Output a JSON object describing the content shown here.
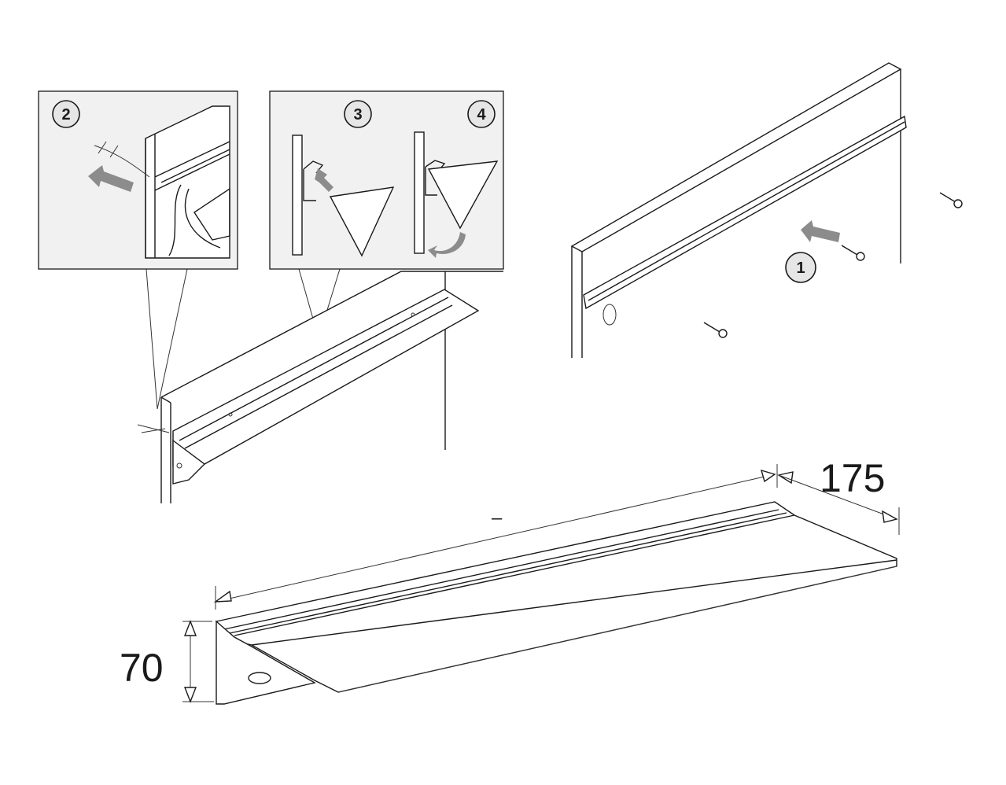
{
  "steps": {
    "step1": "1",
    "step2": "2",
    "step3": "3",
    "step4": "4"
  },
  "dimensions": {
    "length": "–",
    "depth": "175",
    "height": "70"
  },
  "colors": {
    "inset_bg": "#f1f1f1",
    "arrow": "#8c8c8c",
    "line": "#1a1a1a"
  }
}
